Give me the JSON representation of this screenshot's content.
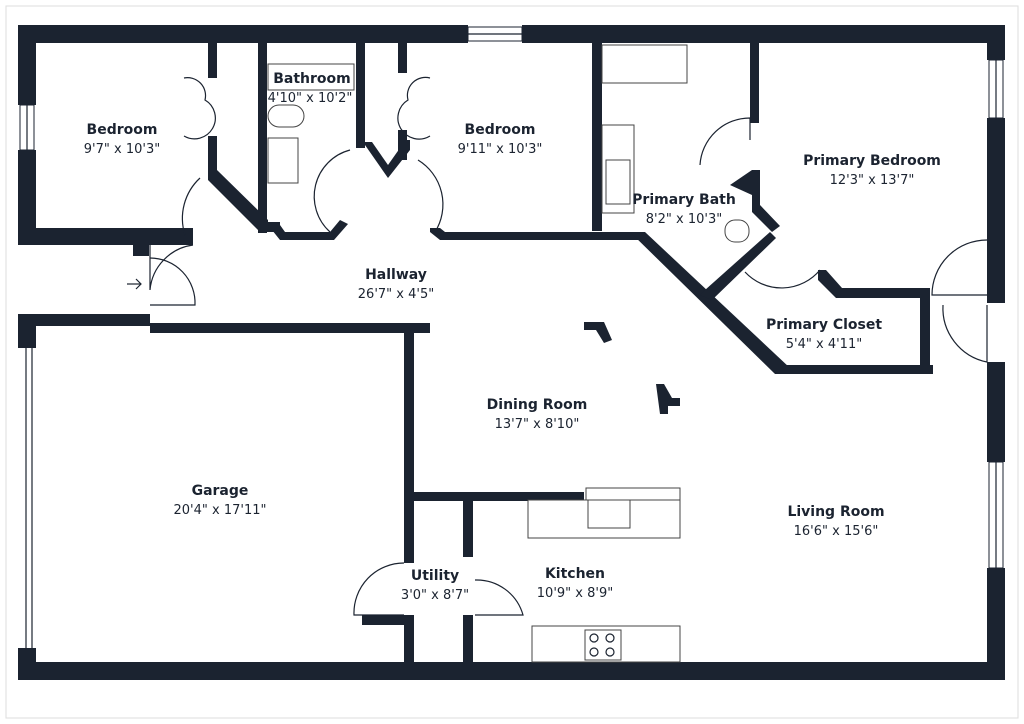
{
  "rooms": {
    "bedroom_left": {
      "name": "Bedroom",
      "dim": "9'7\" x 10'3\""
    },
    "bathroom": {
      "name": "Bathroom",
      "dim": "4'10\" x 10'2\""
    },
    "bedroom_center": {
      "name": "Bedroom",
      "dim": "9'11\" x 10'3\""
    },
    "primary_bath": {
      "name": "Primary Bath",
      "dim": "8'2\" x 10'3\""
    },
    "primary_bedroom": {
      "name": "Primary Bedroom",
      "dim": "12'3\" x 13'7\""
    },
    "hallway": {
      "name": "Hallway",
      "dim": "26'7\" x 4'5\""
    },
    "primary_closet": {
      "name": "Primary Closet",
      "dim": "5'4\" x 4'11\""
    },
    "dining_room": {
      "name": "Dining Room",
      "dim": "13'7\" x 8'10\""
    },
    "garage": {
      "name": "Garage",
      "dim": "20'4\" x 17'11\""
    },
    "living_room": {
      "name": "Living Room",
      "dim": "16'6\" x 15'6\""
    },
    "utility": {
      "name": "Utility",
      "dim": "3'0\" x 8'7\""
    },
    "kitchen": {
      "name": "Kitchen",
      "dim": "10'9\" x 8'9\""
    }
  },
  "icons": {
    "entry": "arrow-right-icon",
    "stove": "cooktop-icon",
    "sink": "sink-icon",
    "toilet": "toilet-icon",
    "bathtub": "bathtub-icon"
  },
  "colors": {
    "wall": "#1b2330",
    "background": "#ffffff"
  }
}
